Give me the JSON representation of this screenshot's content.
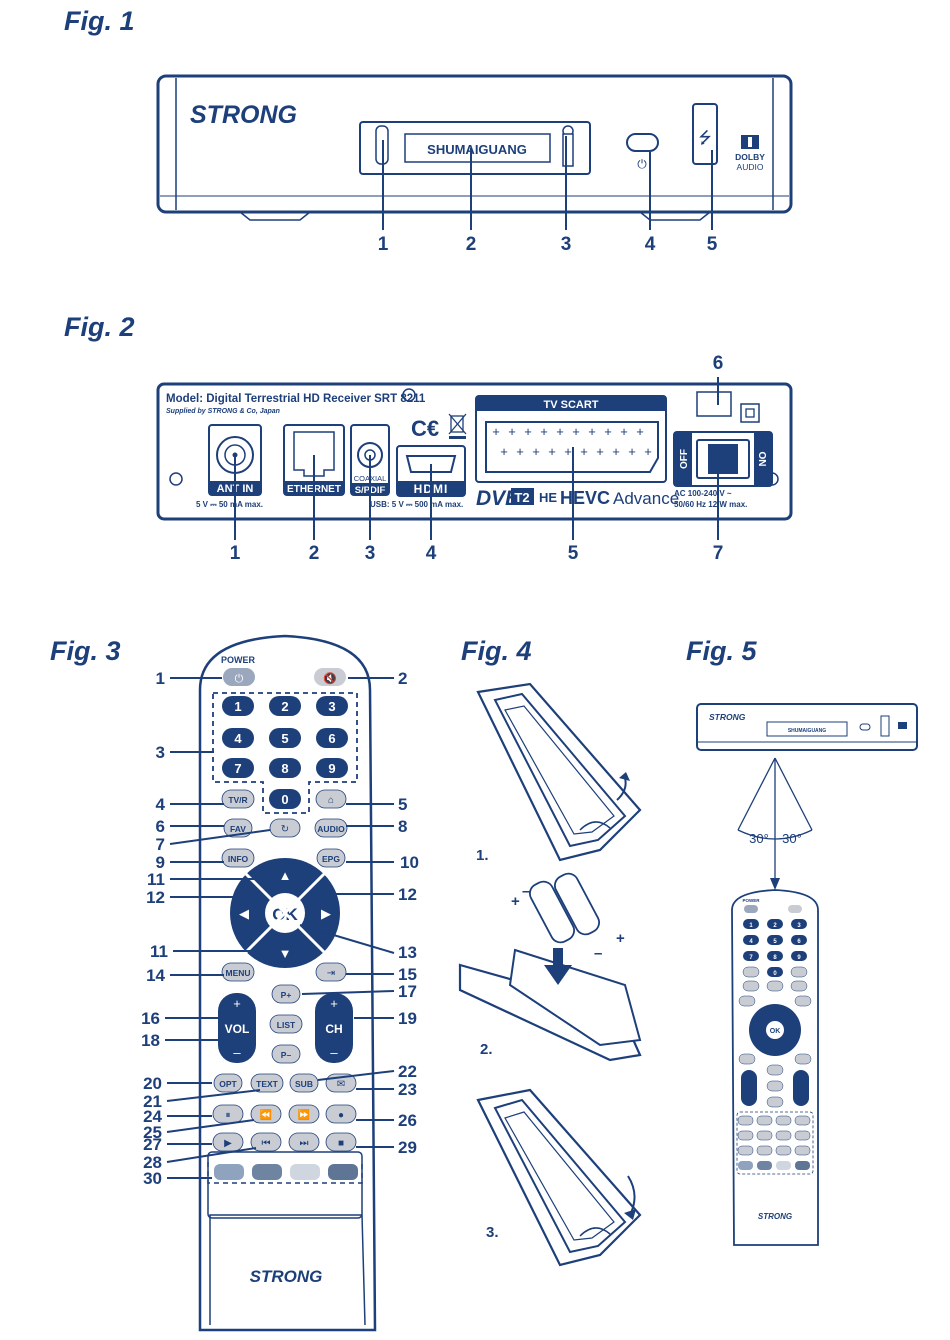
{
  "fig_titles": [
    "Fig. 1",
    "Fig. 2",
    "Fig. 3",
    "Fig. 4",
    "Fig. 5"
  ],
  "brand": "STRONG",
  "fig1": {
    "display_text": "SHUMAIGUANG",
    "dolby": [
      "DOLBY",
      "AUDIO"
    ],
    "callouts": [
      "1",
      "2",
      "3",
      "4",
      "5"
    ]
  },
  "fig2": {
    "model_line": "Model: Digital Terrestrial HD Receiver SRT 8211",
    "supplied_line": "Supplied by STRONG & Co, Japan",
    "ant_in": "ANT IN",
    "ant_spec": "5 V ⎓ 50 mA max.",
    "ethernet": "ETHERNET",
    "coaxial": "COAXIAL",
    "spdif": "S/PDIF",
    "usb_spec": "USB: 5 V ⎓ 500 mA max.",
    "hdmi": "HDMI",
    "tv_scart": "TV SCART",
    "dvb": "DVB",
    "t2": "T2",
    "he": "HE",
    "hevc": "HEVC",
    "advance": "Advance",
    "power_spec_1": "AC 100-240 V ~",
    "power_spec_2": "50/60 Hz 12 W max.",
    "switch_off": "OFF",
    "switch_on": "ON",
    "callouts": [
      "1",
      "2",
      "3",
      "4",
      "5",
      "6",
      "7"
    ]
  },
  "fig3": {
    "power_label": "POWER",
    "digits": [
      "1",
      "2",
      "3",
      "4",
      "5",
      "6",
      "7",
      "8",
      "9",
      "0"
    ],
    "buttons": {
      "tvr": "TV/R",
      "fav": "FAV",
      "audio": "AUDIO",
      "info": "INFO",
      "epg": "EPG",
      "ok": "OK",
      "menu": "MENU",
      "vol": "VOL",
      "ch": "CH",
      "p_plus": "P+",
      "p_minus": "P–",
      "list": "LIST",
      "opt": "OPT",
      "text": "TEXT",
      "sub": "SUB"
    },
    "plus": "+",
    "minus": "–",
    "callouts": [
      "1",
      "2",
      "3",
      "4",
      "5",
      "6",
      "7",
      "8",
      "9",
      "10",
      "11",
      "12",
      "11",
      "12",
      "13",
      "14",
      "15",
      "16",
      "17",
      "18",
      "19",
      "20",
      "21",
      "22",
      "23",
      "24",
      "25",
      "26",
      "27",
      "28",
      "29",
      "30"
    ],
    "color_keys": [
      "#8fa3bf",
      "#6f84a1",
      "#cfd6df",
      "#5f7595"
    ]
  },
  "fig4": {
    "steps": [
      "1.",
      "2.",
      "3."
    ],
    "plus": "+",
    "minus": "–"
  },
  "fig5": {
    "angles": [
      "30°",
      "30°"
    ],
    "display_text": "SHUMAIGUANG",
    "power_label": "POWER"
  },
  "colors": {
    "navy": "#1d3f7a",
    "pale": "#eef1f5",
    "key_grey": "#c9cdd3"
  }
}
